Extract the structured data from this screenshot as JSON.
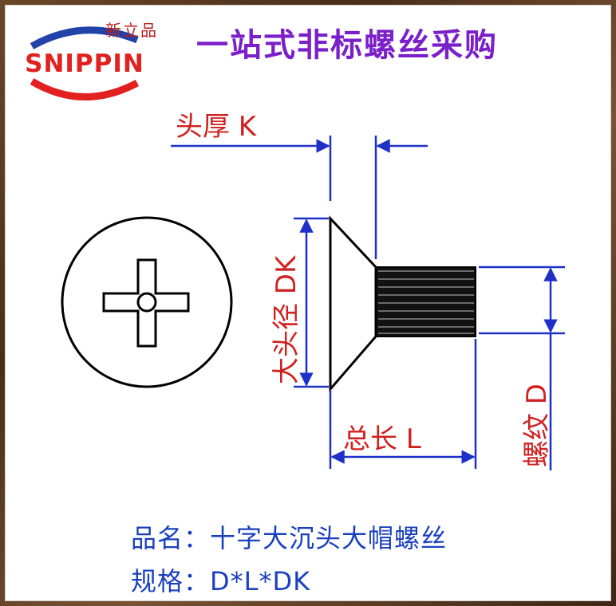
{
  "brand": {
    "logo_text": "SNIPPIN",
    "chinese_name": "新立品",
    "colors": {
      "red": "#e1201f",
      "blue": "#2142a8"
    }
  },
  "headline": "一站式非标螺丝采购",
  "dimensions": {
    "head_thickness": "头厚 K",
    "head_diameter": "大头径 DK",
    "total_length": "总长 L",
    "thread": "螺纹 D"
  },
  "product": {
    "name_line": "品名：十字大沉头大帽螺丝",
    "spec_line": "规格：D*L*DK"
  },
  "colors": {
    "dimension_line": "#1e30c8",
    "dimension_text": "#d02020",
    "headline": "#7a1fc9",
    "caption": "#1a3fbf"
  }
}
